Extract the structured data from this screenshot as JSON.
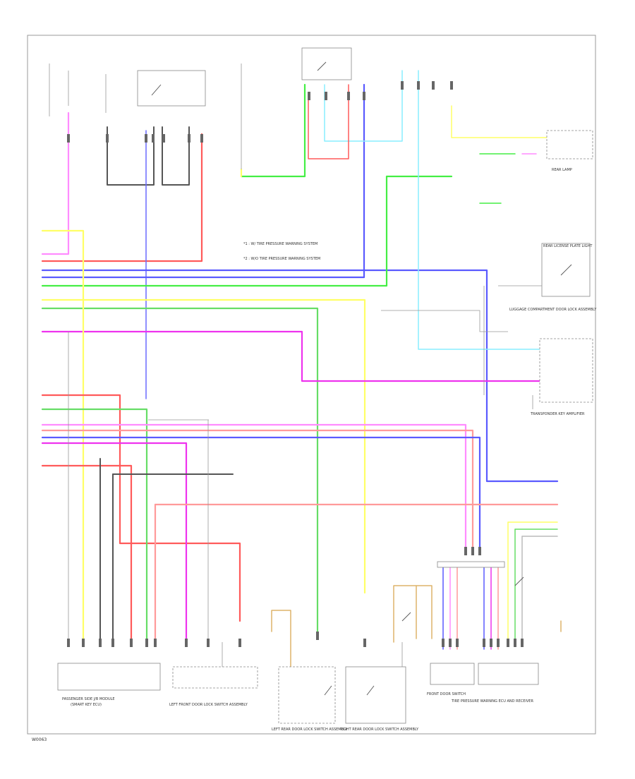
{
  "note_1": "*1 : W/ TIRE PRESSURE WARNING SYSTEM",
  "note_2": "*2 : W/O TIRE PRESSURE WARNING SYSTEM",
  "footer_code": "W0063",
  "components": {
    "main_module_label": "PASSENGER SIDE J/B MODULE",
    "main_module_sub": "(SMART KEY ECU)",
    "left_door_switch": "LEFT FRONT DOOR LOCK SWITCH ASSEMBLY",
    "left_rear_door": "LEFT REAR DOOR LOCK SWITCH ASSEMBLY",
    "right_rear_door": "RIGHT REAR DOOR LOCK SWITCH ASSEMBLY",
    "tire_pressure": "TIRE PRESSURE WARNING ECU AND RECEIVER",
    "front_switch": "FRONT DOOR SWITCH",
    "transponder": "TRANSPONDER KEY AMPLIFIER",
    "luggage": "LUGGAGE COMPARTMENT DOOR LOCK ASSEMBLY",
    "rear_lamp": "REAR LAMP",
    "rear_license": "REAR LICENSE PLATE LIGHT"
  },
  "colors": {
    "red": "#ff5a5a",
    "light_red": "#ff9a9a",
    "pink": "#ff8cff",
    "magenta": "#ee33ee",
    "blue": "#5a5aff",
    "green": "#66dd66",
    "bright_green": "#44ee44",
    "yellow": "#ffff66",
    "cyan": "#88eeff",
    "black": "#555555",
    "dark": "#333333",
    "tan": "#ddb36a",
    "frame": "#888888"
  }
}
